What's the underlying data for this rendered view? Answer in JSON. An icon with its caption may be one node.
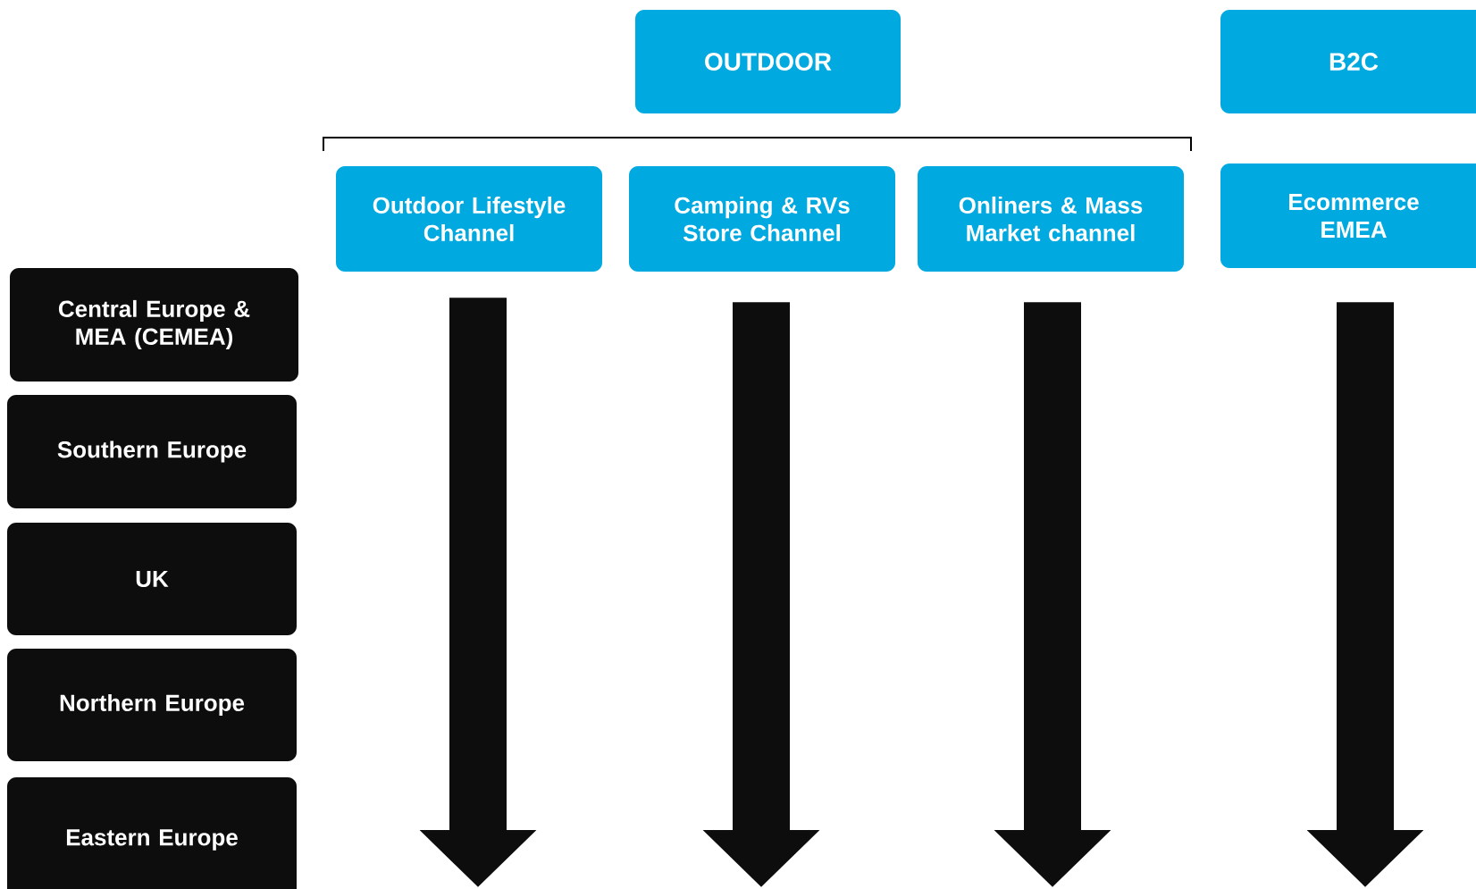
{
  "diagram": {
    "nodes": [
      {
        "text": [
          "OUTDOOR"
        ]
      },
      {
        "text": [
          "B2C"
        ]
      },
      {
        "text": [
          "Outdoor Lifestyle Channel"
        ]
      },
      {
        "text": [
          "Camping & RVs Store Channel"
        ]
      },
      {
        "text": [
          "Onliners & Mass Market channel"
        ]
      },
      {
        "text": [
          "Ecommerce EMEA"
        ]
      },
      {
        "text": [
          "Central Europe & MEA (CEMEA)"
        ]
      },
      {
        "text": [
          "Southern Europe"
        ]
      },
      {
        "text": [
          "UK"
        ]
      },
      {
        "text": [
          "Northern Europe"
        ]
      },
      {
        "text": [
          "Eastern Europe"
        ]
      }
    ],
    "edges": [
      {
        "from": 2,
        "to": null,
        "arrow": "to"
      },
      {
        "from": 3,
        "to": null,
        "arrow": "to"
      },
      {
        "from": 4,
        "to": null,
        "arrow": "to"
      },
      {
        "from": 5,
        "to": null,
        "arrow": "to"
      }
    ]
  }
}
